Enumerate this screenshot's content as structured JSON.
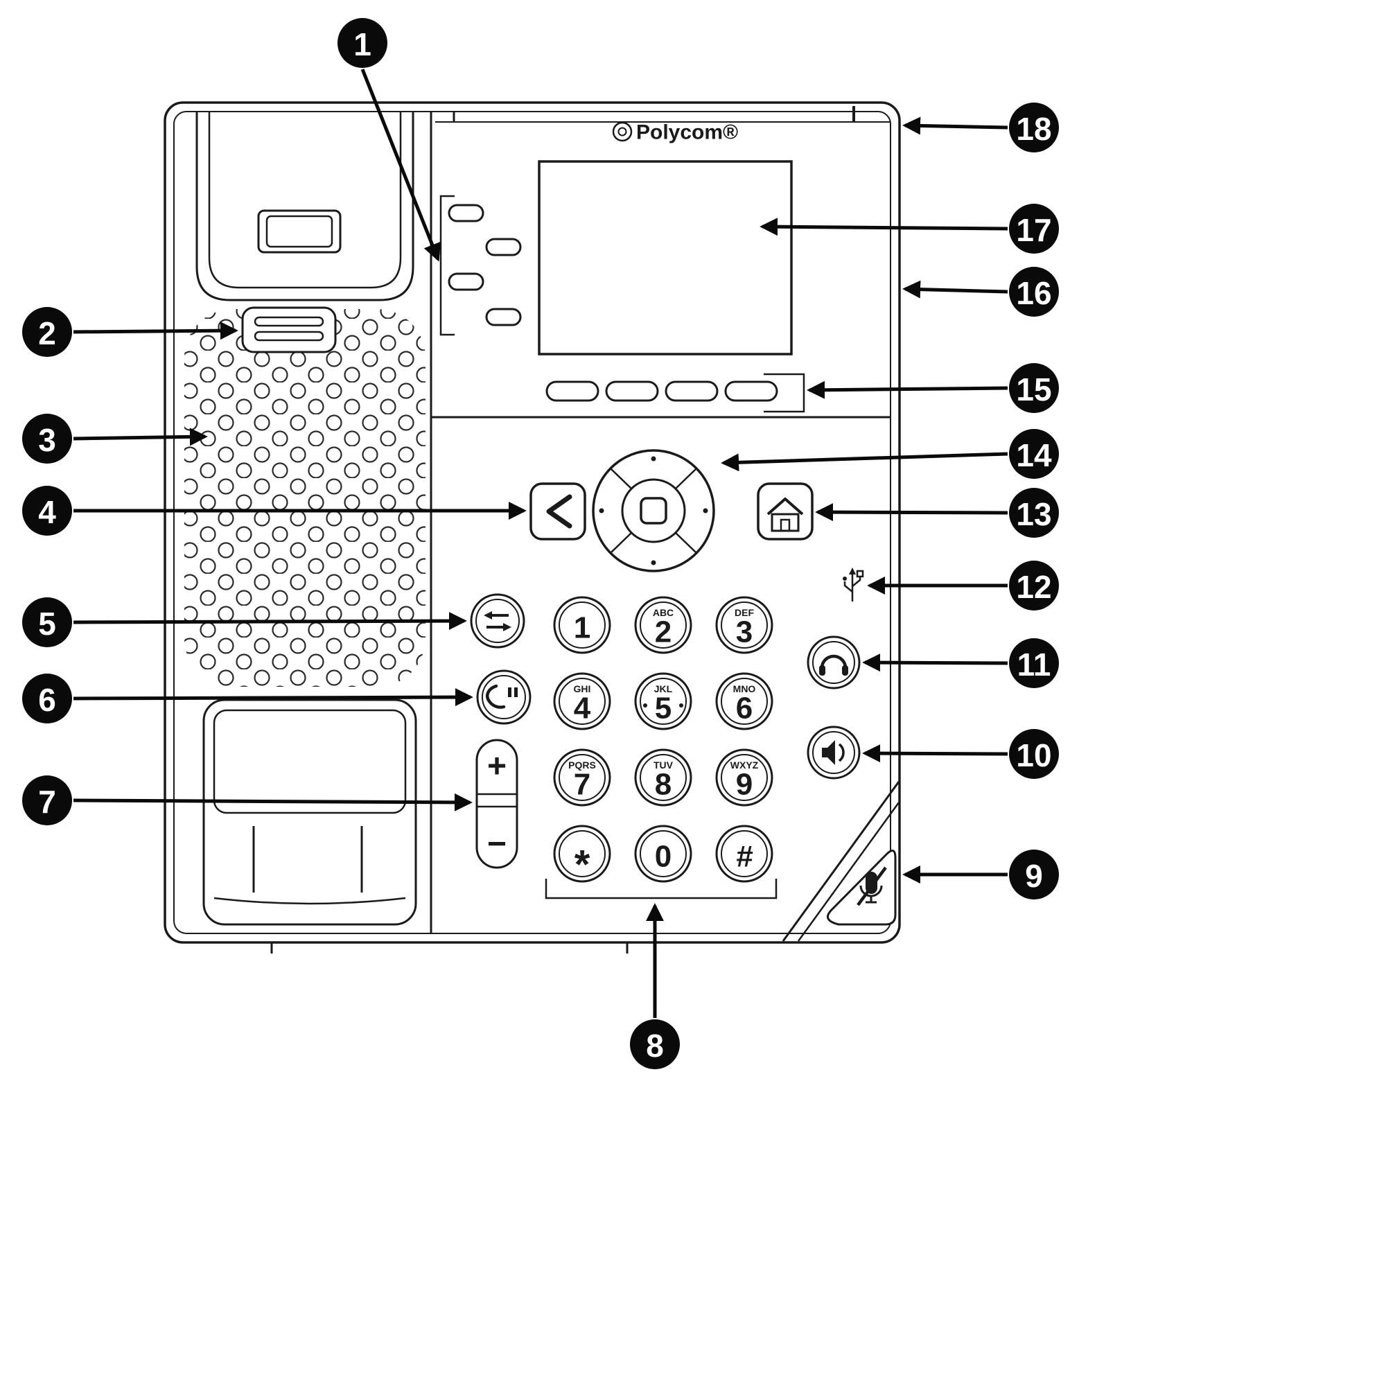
{
  "brand": "Polycom®",
  "callouts": [
    "1",
    "2",
    "3",
    "4",
    "5",
    "6",
    "7",
    "8",
    "9",
    "10",
    "11",
    "12",
    "13",
    "14",
    "15",
    "16",
    "17",
    "18"
  ],
  "dialpad": {
    "keys": [
      {
        "digit": "1",
        "letters": ""
      },
      {
        "digit": "2",
        "letters": "ABC"
      },
      {
        "digit": "3",
        "letters": "DEF"
      },
      {
        "digit": "4",
        "letters": "GHI"
      },
      {
        "digit": "5",
        "letters": "JKL"
      },
      {
        "digit": "6",
        "letters": "MNO"
      },
      {
        "digit": "7",
        "letters": "PQRS"
      },
      {
        "digit": "8",
        "letters": "TUV"
      },
      {
        "digit": "9",
        "letters": "WXYZ"
      },
      {
        "digit": "*",
        "letters": ""
      },
      {
        "digit": "0",
        "letters": ""
      },
      {
        "digit": "#",
        "letters": ""
      }
    ]
  },
  "volume": {
    "up": "+",
    "down": "−"
  },
  "colors": {
    "line": "#1a1a1a",
    "callout_fill": "#0a0a0a",
    "callout_text": "#ffffff"
  }
}
